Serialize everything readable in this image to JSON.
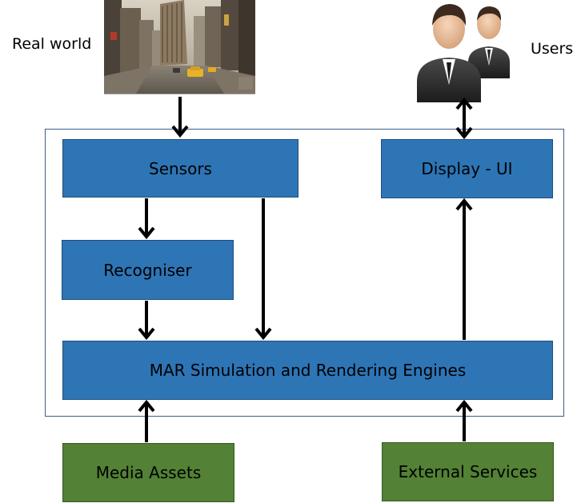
{
  "labels": {
    "real_world": "Real world",
    "users": "Users"
  },
  "boxes": {
    "sensors": "Sensors",
    "display_ui": "Display - UI",
    "recogniser": "Recogniser",
    "mar_engines": "MAR Simulation and Rendering Engines",
    "media_assets": "Media Assets",
    "external_services": "External Services"
  },
  "colors": {
    "component_fill": "#2e75b6",
    "external_fill": "#538135",
    "arrow": "#000000",
    "container_border": "#3a5f8a"
  },
  "images": {
    "real_world_photo": "city-street-photo",
    "users_icon": "business-people-icon"
  }
}
